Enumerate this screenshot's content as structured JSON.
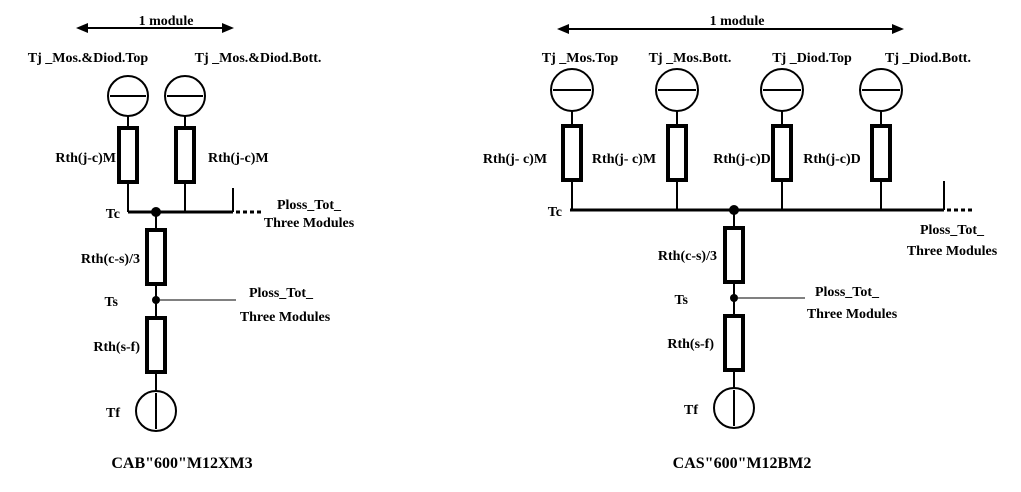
{
  "left": {
    "module_label": "1 module",
    "tj_top": "Tj _Mos.&Diod.Top",
    "tj_bott": "Tj _Mos.&Diod.Bott.",
    "rth_jc_1": "Rth(j-c)M",
    "rth_jc_2": "Rth(j-c)M",
    "tc": "Tc",
    "ploss_tc_line1": "Ploss_Tot_",
    "ploss_tc_line2": "Three Modules",
    "rth_cs": "Rth(c-s)/3",
    "ts": "Ts",
    "ploss_ts_line1": "Ploss_Tot_",
    "ploss_ts_line2": "Three Modules",
    "rth_sf": "Rth(s-f)",
    "tf": "Tf",
    "caption": "CAB\"600\"M12XM3"
  },
  "right": {
    "module_label": "1 module",
    "tj_1": "Tj _Mos.Top",
    "tj_2": "Tj _Mos.Bott.",
    "tj_3": "Tj _Diod.Top",
    "tj_4": "Tj _Diod.Bott.",
    "rth_jc_1": "Rth(j- c)M",
    "rth_jc_2": "Rth(j- c)M",
    "rth_jc_3": "Rth(j-c)D",
    "rth_jc_4": "Rth(j-c)D",
    "tc": "Tc",
    "ploss_tc_line1": "Ploss_Tot_",
    "ploss_tc_line2": "Three Modules",
    "rth_cs": "Rth(c-s)/3",
    "ts": "Ts",
    "ploss_ts_line1": "Ploss_Tot_",
    "ploss_ts_line2": "Three Modules",
    "rth_sf": "Rth(s-f)",
    "tf": "Tf",
    "caption": "CAS\"600\"M12BM2"
  }
}
